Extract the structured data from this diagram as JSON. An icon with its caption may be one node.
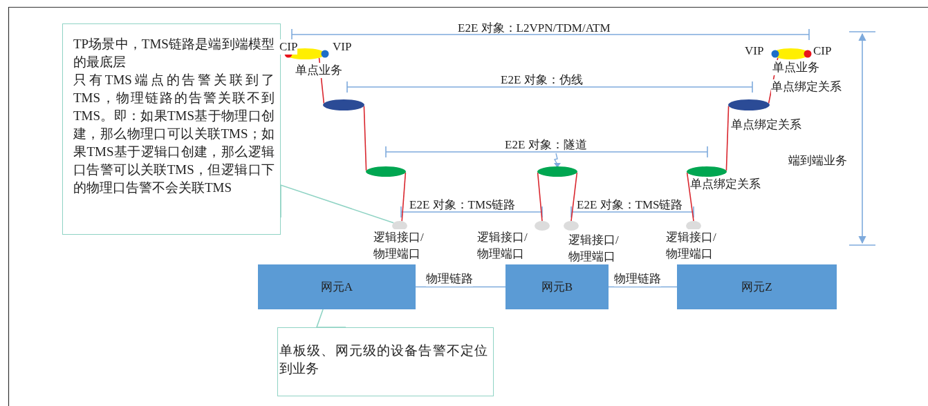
{
  "diagram": {
    "nodes": [
      {
        "text": [
          "TP场景中，TMS链路是端到端模型的最底层",
          "只有TMS端点的告警关联到了TMS，物理链路的告警关联不到TMS。即：如果TMS基于物理口创建，那么物理口可以关联TMS；如果TMS基于逻辑口创建，那么逻辑口告警可以关联TMS，但逻辑口下的物理口告警不会关联TMS"
        ]
      },
      {
        "text": [],
        "shape": "ellipse",
        "beside": [
          "CIP",
          "VIP",
          "单点业务"
        ]
      },
      {
        "text": [],
        "shape": "ellipse",
        "beside": [
          "VIP",
          "CIP",
          "单点业务",
          "单点绑定关系"
        ]
      },
      {
        "text": [],
        "shape": "ellipse"
      },
      {
        "text": [],
        "shape": "ellipse",
        "beside": [
          "单点绑定关系"
        ]
      },
      {
        "text": [],
        "shape": "ellipse"
      },
      {
        "text": [],
        "shape": "ellipse"
      },
      {
        "text": [],
        "shape": "ellipse",
        "beside": [
          "单点绑定关系"
        ]
      },
      {
        "text": [],
        "shape": "ellipse",
        "beside": [
          "逻辑接口/物理端口"
        ]
      },
      {
        "text": [],
        "shape": "ellipse",
        "beside": [
          "逻辑接口/物理端口"
        ]
      },
      {
        "text": [],
        "shape": "ellipse",
        "beside": [
          "逻辑接口/物理端口"
        ]
      },
      {
        "text": [],
        "shape": "ellipse",
        "beside": [
          "逻辑接口/物理端口"
        ]
      },
      {
        "text": [
          "网元A"
        ]
      },
      {
        "text": [
          "网元B"
        ]
      },
      {
        "text": [
          "网元Z"
        ]
      },
      {
        "text": [
          "单板级、网元级的设备告警不定位到业务"
        ]
      }
    ],
    "edges": [
      {
        "from": 1,
        "to": 3,
        "arrow": "none",
        "color": "#d9262e"
      },
      {
        "from": 3,
        "to": 5,
        "arrow": "none",
        "color": "#d9262e"
      },
      {
        "from": 5,
        "to": 8,
        "arrow": "none",
        "color": "#d9262e"
      },
      {
        "from": 6,
        "to": 9,
        "arrow": "none",
        "color": "#d9262e"
      },
      {
        "from": 6,
        "to": 10,
        "arrow": "none",
        "color": "#d9262e"
      },
      {
        "from": 7,
        "to": 11,
        "arrow": "none",
        "color": "#d9262e"
      },
      {
        "from": 4,
        "to": 7,
        "arrow": "none",
        "color": "#d9262e"
      },
      {
        "from": 2,
        "to": 4,
        "arrow": "none",
        "color": "#d9262e"
      },
      {
        "from": 12,
        "to": 13,
        "arrow": "none",
        "label": "物理链路",
        "color": "#7eaadc"
      },
      {
        "from": 13,
        "to": 14,
        "arrow": "none",
        "label": "物理链路",
        "color": "#7eaadc"
      },
      {
        "from": 0,
        "to": 8,
        "arrow": "none",
        "color": "#8fd3c4"
      },
      {
        "from": 15,
        "to": 12,
        "arrow": "none",
        "color": "#8fd3c4"
      }
    ],
    "labels": [
      "E2E 对象：L2VPN/TDM/ATM",
      "E2E 对象：伪线",
      "E2E 对象：隧道",
      "端到端业务",
      "E2E 对象：TMS链路",
      "E2E 对象：TMS链路"
    ]
  }
}
